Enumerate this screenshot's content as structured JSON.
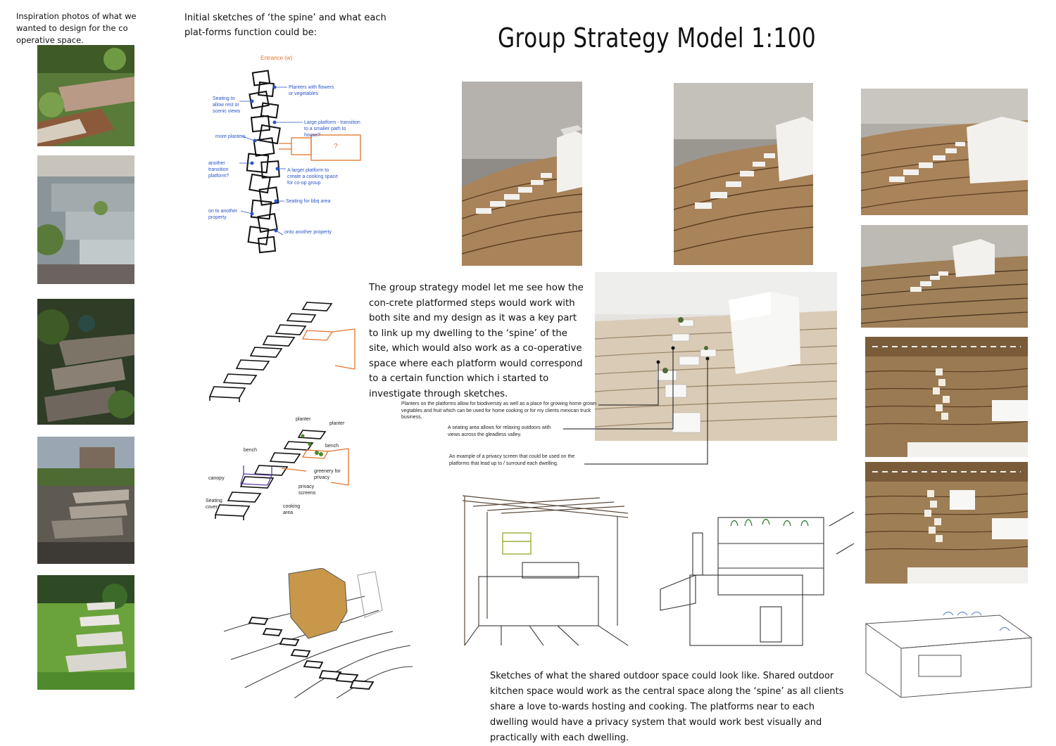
{
  "title": "Group Strategy Model 1:100",
  "inspiration": {
    "caption": "Inspiration photos of what we wanted to design for the co operative space."
  },
  "sketches": {
    "caption": "Initial sketches of ‘the spine’ and what each plat-forms function could be:",
    "spine_labels": {
      "entrance": "Entrance (w)",
      "planters": "Planters with flowers or vegetables",
      "seating": "Seating to allow rest or scenic views",
      "large_platform": "Large platform - transition to a smaller path to house?",
      "question": "?",
      "more_planters": "more planters",
      "transition": "another transition platform?",
      "larger_platform": "A larger platform to create a cooking space for co-op group",
      "seating_area": "Seating for bbq area",
      "on_to": "on to another property",
      "onto_another": "onto another property"
    },
    "function_labels": {
      "planter_top": "planter",
      "planter_right": "planter",
      "bench_left": "bench",
      "bench_right": "bench",
      "canopy": "canopy",
      "greenery": "greenery for privacy",
      "privacy": "privacy screens",
      "seating": "Seating cover",
      "cooking": "cooking area"
    }
  },
  "strategy_text": "The group strategy model let me see how the con-crete platformed steps would work with both site and my design as it was a key part to link up my dwelling to the ‘spine’ of the site, which would also work as a co-operative space where each platform would correspond to a certain function which i started to investigate through sketches.",
  "annotations": [
    "Planters on the platforms allow for biodiversity as well as a place for growing home grown vegtables and fruit which can be used for home cooking or for my clients mexican truck business.",
    "A seating area allows for relaxing outdoors with views across the gleadless valley.",
    "An example of a privacy screen that could be used on the platforms that lead up to / surround each dwelling."
  ],
  "outdoor_text": "Sketches of what the shared outdoor space could look like. Shared outdoor kitchen space would work as the central space along the ‘spine’ as all clients share a love to-wards hosting and cooking. The platforms near to each dwelling would have a privacy system that would work best visually and practically with each dwelling.",
  "colors": {
    "cardboard": "#a9835a",
    "cardboard_dark": "#6e5032",
    "foam_white": "#f2f1ee",
    "foliage": "#4e6b33",
    "sketch_orange": "#e2742c",
    "sketch_blue": "#2a55c8",
    "concrete_grey": "#9aa0a2"
  }
}
